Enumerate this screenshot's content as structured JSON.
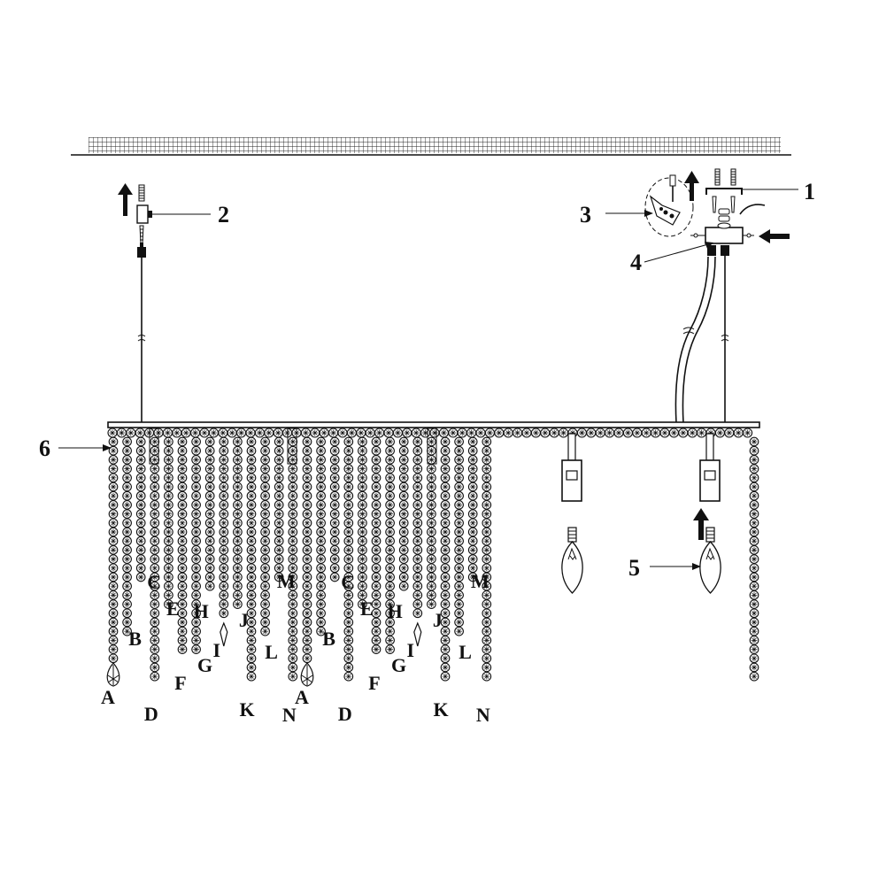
{
  "callouts": {
    "c1": "1",
    "c2": "2",
    "c3": "3",
    "c4": "4",
    "c5": "5",
    "c6": "6"
  },
  "strand_letters": [
    "A",
    "B",
    "C",
    "D",
    "E",
    "F",
    "G",
    "H",
    "I",
    "J",
    "K",
    "L",
    "M",
    "N"
  ],
  "strand_groups": 2,
  "legend_icons": [
    "ceiling-grid-icon",
    "mounting-bracket-icon",
    "screw-anchor-icon",
    "up-arrow-icon",
    "left-arrow-icon",
    "wire-nut-icon",
    "bulb-socket-icon",
    "candle-bulb-icon",
    "teardrop-crystal-icon",
    "prism-crystal-icon"
  ]
}
